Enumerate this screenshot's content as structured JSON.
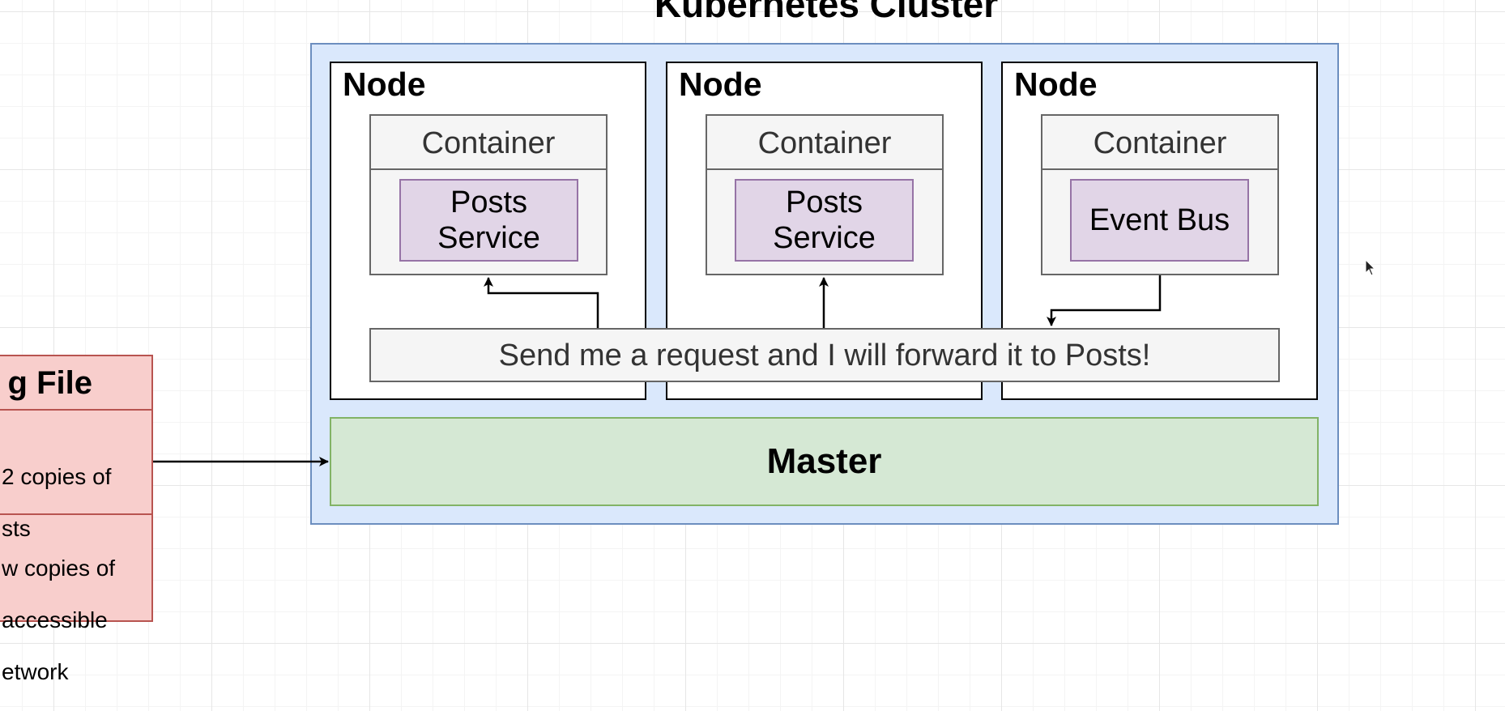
{
  "cluster": {
    "title": "Kubernetes Cluster"
  },
  "nodes": [
    {
      "title": "Node",
      "container_label": "Container",
      "service_label": "Posts\nService"
    },
    {
      "title": "Node",
      "container_label": "Container",
      "service_label": "Posts\nService"
    },
    {
      "title": "Node",
      "container_label": "Container",
      "service_label": "Event Bus"
    }
  ],
  "load_balancer": {
    "label": "Send me a request and I will forward it to Posts!"
  },
  "master": {
    "label": "Master"
  },
  "config_file": {
    "title": "g File",
    "row1_line1": "2 copies of",
    "row1_line2": "sts",
    "row2_line1": "w copies of",
    "row2_line2": "accessible",
    "row2_line3": "etwork"
  },
  "colors": {
    "cluster_fill": "#dae8fc",
    "cluster_border": "#6c8ebf",
    "service_fill": "#e1d5e7",
    "service_border": "#9673a6",
    "master_fill": "#d5e8d4",
    "master_border": "#82b366",
    "config_fill": "#f8cecc",
    "config_border": "#b85450",
    "container_fill": "#f5f5f5",
    "container_border": "#666666"
  },
  "icons": {
    "cursor": "mouse-pointer-icon"
  }
}
